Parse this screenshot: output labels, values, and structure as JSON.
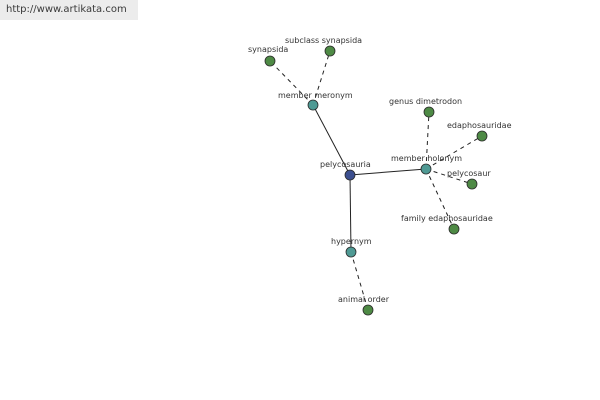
{
  "page": {
    "watermark_text": "http://www.artikata.com"
  },
  "graph": {
    "colors": {
      "center": "#3c4f8f",
      "relation": "#4f9a94",
      "leaf": "#4e8a45",
      "edge": "#222222",
      "node_stroke": "#2a2a2a"
    },
    "nodes": [
      {
        "id": "pelycosauria",
        "label": "pelycosauria",
        "kind": "center"
      },
      {
        "id": "member-meronym",
        "label": "member meronym",
        "kind": "relation"
      },
      {
        "id": "member-holonym",
        "label": "member holonym",
        "kind": "relation"
      },
      {
        "id": "hypernym",
        "label": "hypernym",
        "kind": "relation"
      },
      {
        "id": "synapsida",
        "label": "synapsida",
        "kind": "leaf"
      },
      {
        "id": "subclass-synapsida",
        "label": "subclass synapsida",
        "kind": "leaf"
      },
      {
        "id": "genus-dimetrodon",
        "label": "genus dimetrodon",
        "kind": "leaf"
      },
      {
        "id": "edaphosauridae",
        "label": "edaphosauridae",
        "kind": "leaf"
      },
      {
        "id": "pelycosaur",
        "label": "pelycosaur",
        "kind": "leaf"
      },
      {
        "id": "family-edaphosauridae",
        "label": "family edaphosauridae",
        "kind": "leaf"
      },
      {
        "id": "animal-order",
        "label": "animal order",
        "kind": "leaf"
      }
    ],
    "edges": [
      {
        "from": "pelycosauria",
        "to": "member-meronym",
        "style": "solid"
      },
      {
        "from": "pelycosauria",
        "to": "member-holonym",
        "style": "solid"
      },
      {
        "from": "pelycosauria",
        "to": "hypernym",
        "style": "solid"
      },
      {
        "from": "member-meronym",
        "to": "synapsida",
        "style": "dashed"
      },
      {
        "from": "member-meronym",
        "to": "subclass-synapsida",
        "style": "dashed"
      },
      {
        "from": "member-holonym",
        "to": "genus-dimetrodon",
        "style": "dashed"
      },
      {
        "from": "member-holonym",
        "to": "edaphosauridae",
        "style": "dashed"
      },
      {
        "from": "member-holonym",
        "to": "pelycosaur",
        "style": "dashed"
      },
      {
        "from": "member-holonym",
        "to": "family-edaphosauridae",
        "style": "dashed"
      },
      {
        "from": "hypernym",
        "to": "animal-order",
        "style": "dashed"
      }
    ]
  }
}
